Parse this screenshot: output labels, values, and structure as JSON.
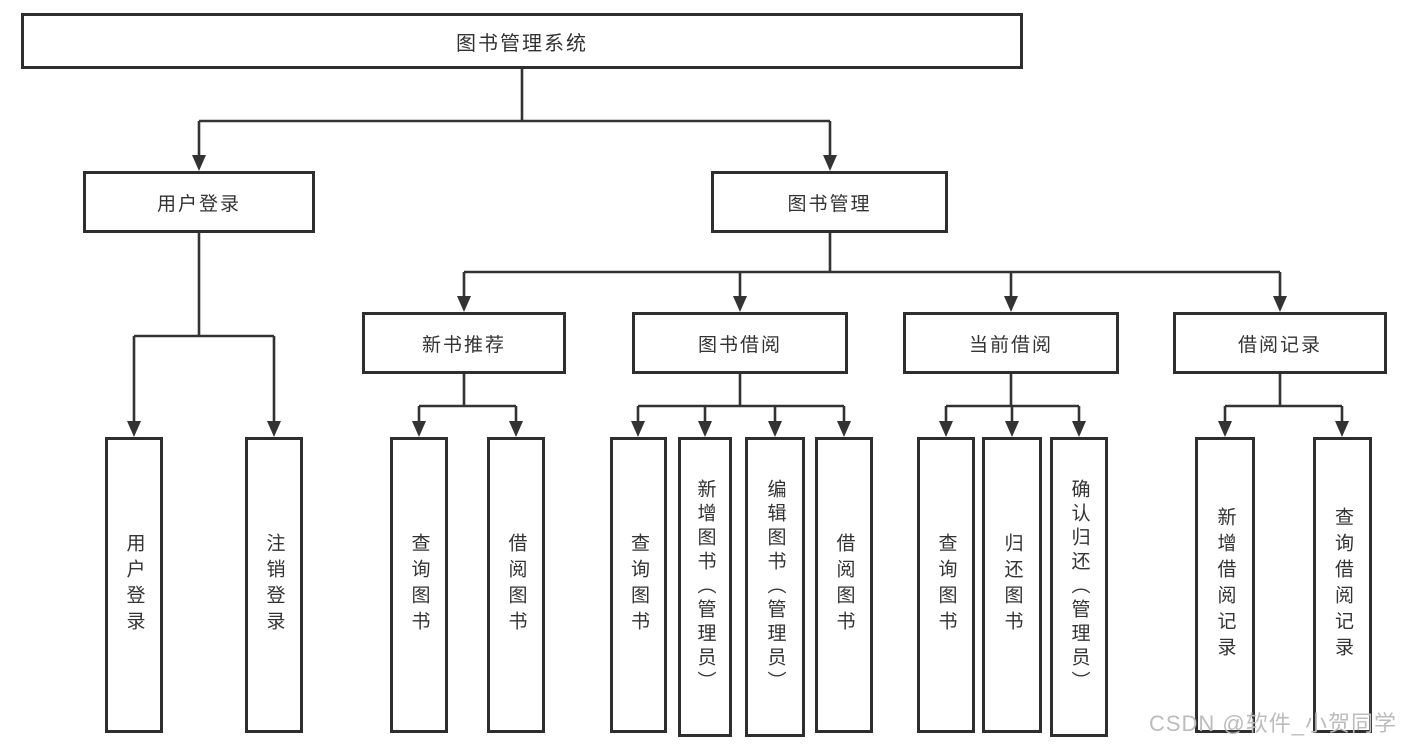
{
  "colors": {
    "line": "#333333",
    "text": "#333333",
    "box_border": "#2e2e2e",
    "background": "#ffffff",
    "watermark": "#bcbcbc"
  },
  "tree": {
    "root": {
      "label": "图书管理系统"
    },
    "branches": [
      {
        "label": "用户登录",
        "children": [
          {
            "label": "用户登录"
          },
          {
            "label": "注销登录"
          }
        ]
      },
      {
        "label": "图书管理",
        "children": [
          {
            "label": "新书推荐",
            "children": [
              {
                "label": "查询图书"
              },
              {
                "label": "借阅图书"
              }
            ]
          },
          {
            "label": "图书借阅",
            "children": [
              {
                "label": "查询图书"
              },
              {
                "label": "新增图书（管理员）"
              },
              {
                "label": "编辑图书（管理员）"
              },
              {
                "label": "借阅图书"
              }
            ]
          },
          {
            "label": "当前借阅",
            "children": [
              {
                "label": "查询图书"
              },
              {
                "label": "归还图书"
              },
              {
                "label": "确认归还（管理员）"
              }
            ]
          },
          {
            "label": "借阅记录",
            "children": [
              {
                "label": "新增借阅记录"
              },
              {
                "label": "查询借阅记录"
              }
            ]
          }
        ]
      }
    ]
  },
  "watermark": {
    "text": "CSDN @软件_小贺同学"
  }
}
